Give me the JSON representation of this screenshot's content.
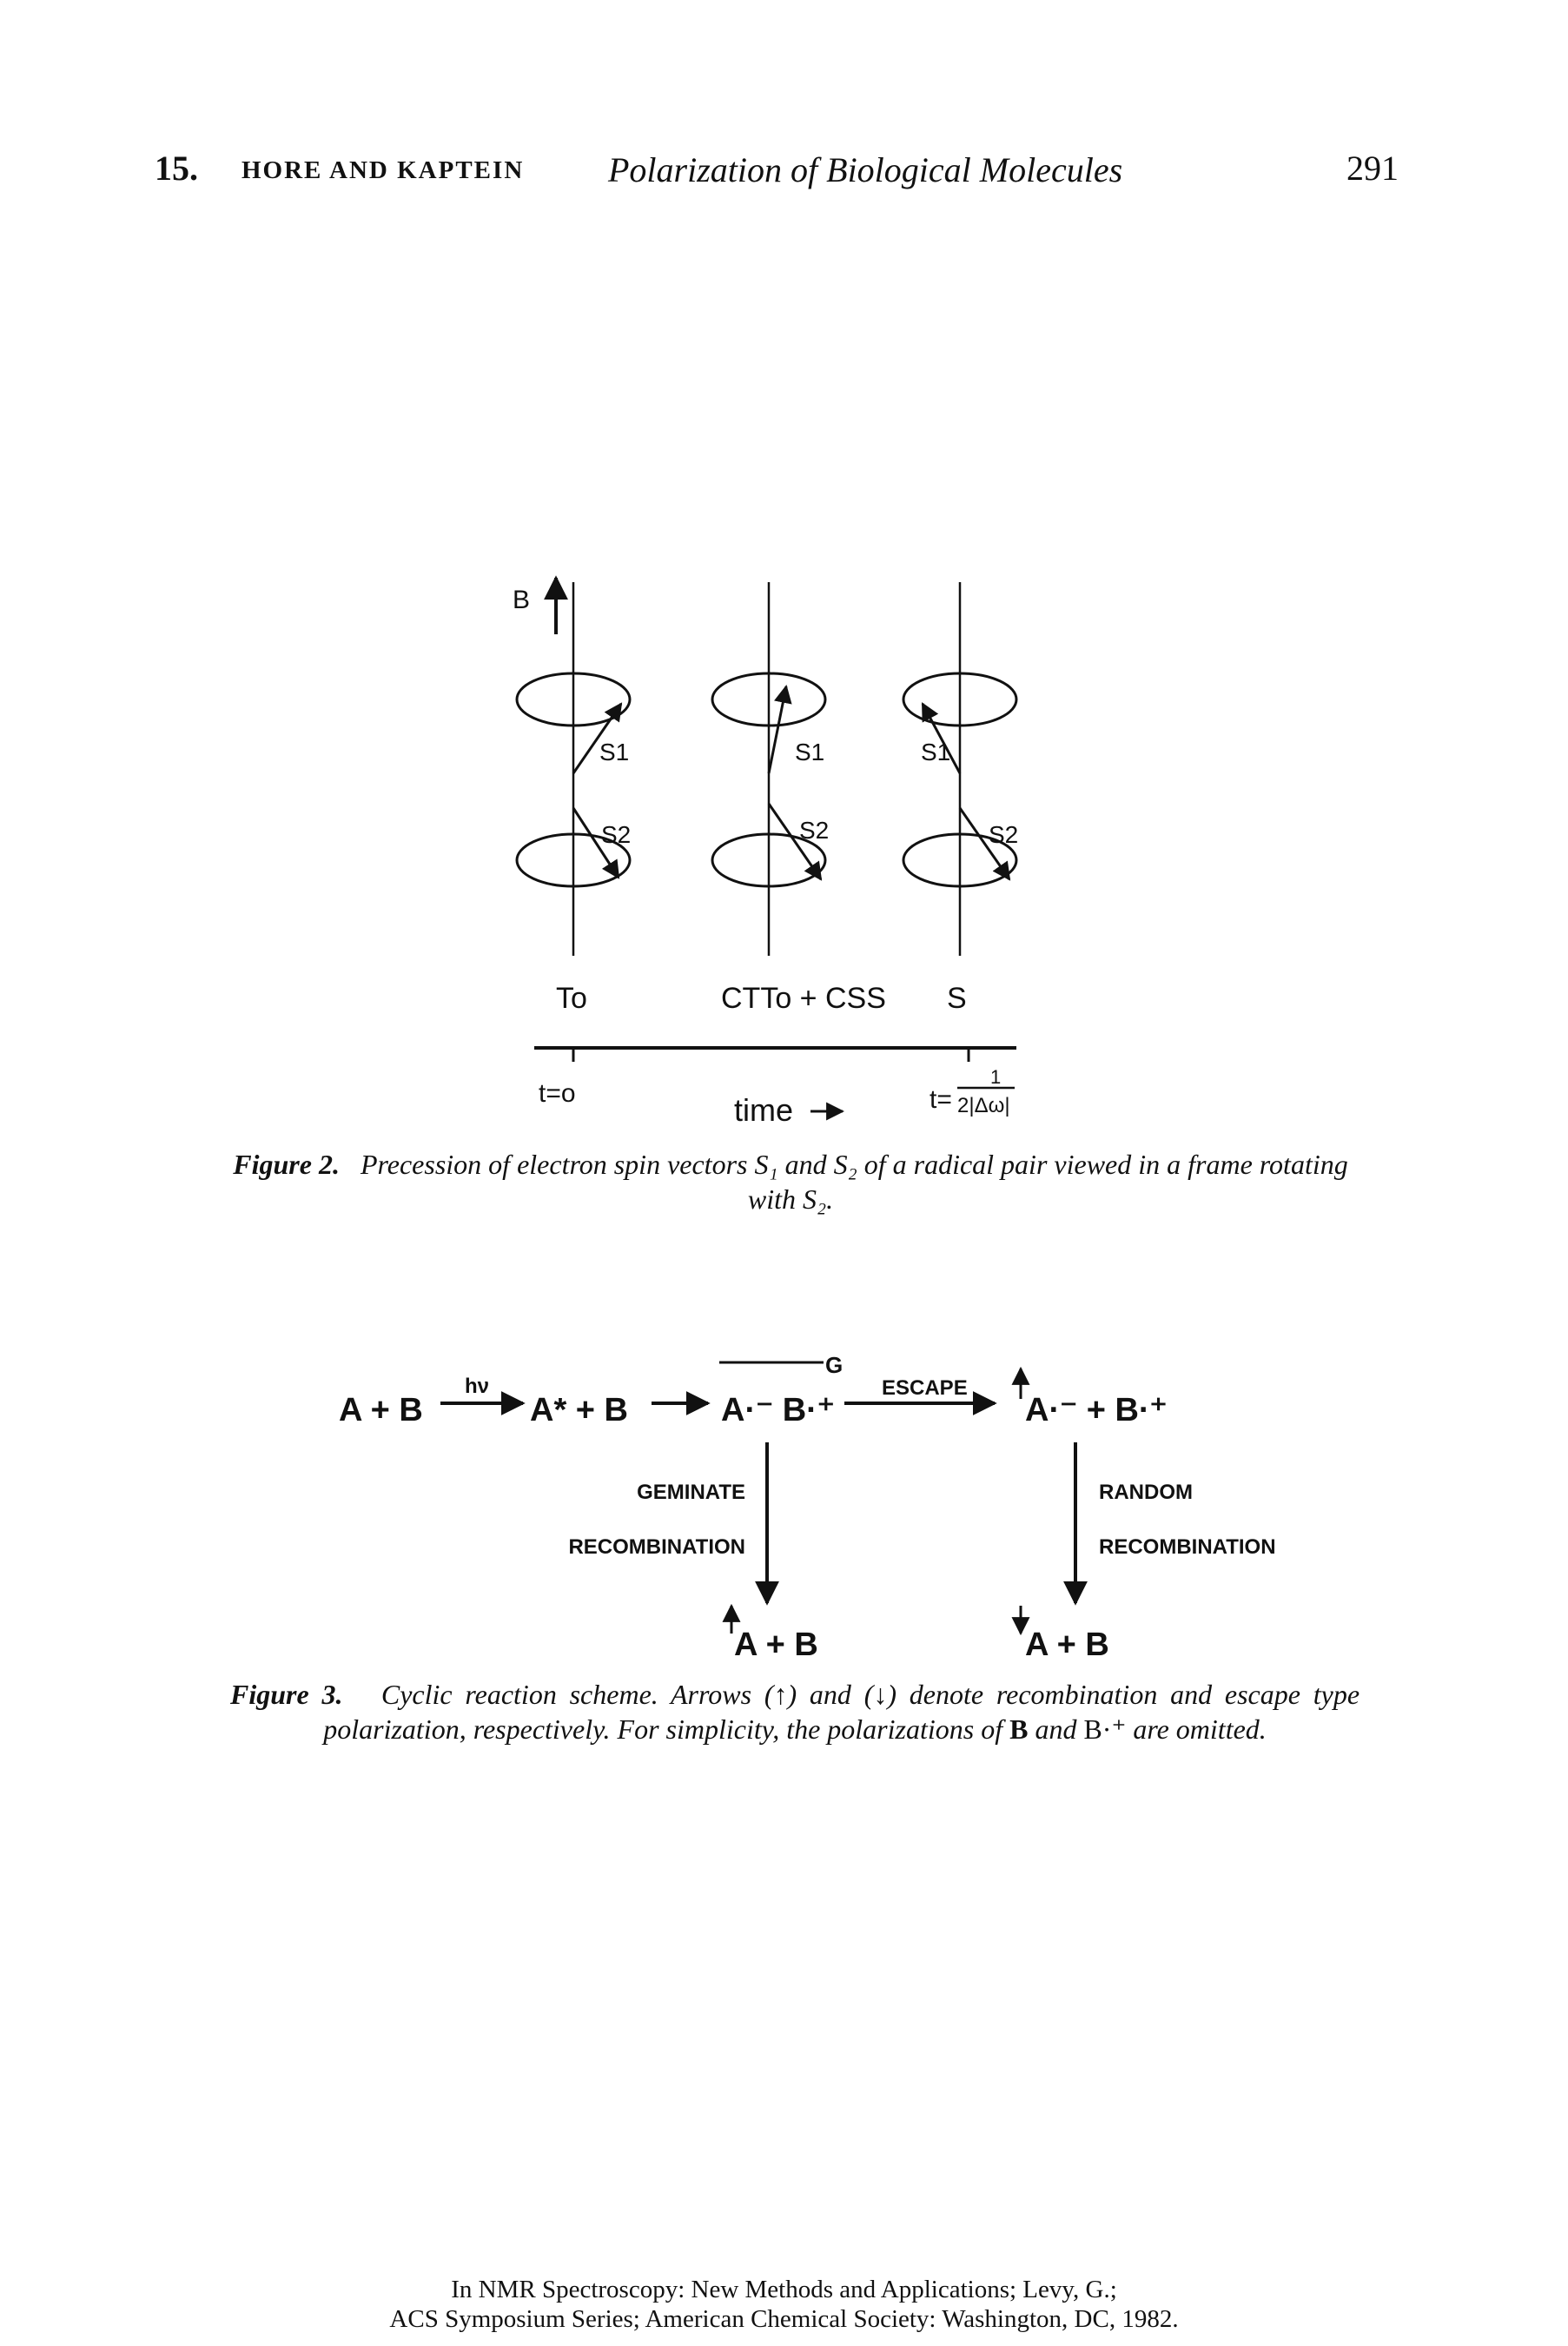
{
  "header": {
    "chapter_number": "15.",
    "authors": "HORE AND KAPTEIN",
    "title": "Polarization of Biological Molecules",
    "page_number": "291"
  },
  "figure2": {
    "field_label": "B",
    "spin1_label": "S1",
    "spin2_label": "S2",
    "state_left": "To",
    "state_middle": "CTTo + CSS",
    "state_right": "S",
    "time_start": "t=o",
    "time_axis": "time",
    "time_end_prefix": "t=",
    "time_end_num": "1",
    "time_end_den": "2|Δω|",
    "caption_label": "Figure 2.",
    "caption_text": "Precession of electron spin vectors S₁ and S₂ of a radical pair viewed in a frame rotating with S₂."
  },
  "figure3": {
    "reactants": "A + B",
    "hv": "hν",
    "excited": "A* + B",
    "radical_pair": "A·⁻ B·⁺",
    "pair_sup": "G",
    "escape": "ESCAPE",
    "free_radicals": "A·⁻ + B·⁺",
    "geminate_1": "GEMINATE",
    "geminate_2": "RECOMBINATION",
    "random_1": "RANDOM",
    "random_2": "RECOMBINATION",
    "product_left": "A + B",
    "product_right": "A + B",
    "caption_label": "Figure 3.",
    "caption_part1": "Cyclic reaction scheme. Arrows (↑) and (↓) denote recombination and escape type polarization, respectively. For simplicity, the polarizations of",
    "caption_bold": "B",
    "caption_and": "and",
    "caption_bplus": "B·⁺",
    "caption_part2": "are omitted."
  },
  "footer": {
    "line1": "In NMR Spectroscopy: New Methods and Applications; Levy, G.;",
    "line2": "ACS Symposium Series; American Chemical Society: Washington, DC, 1982."
  }
}
